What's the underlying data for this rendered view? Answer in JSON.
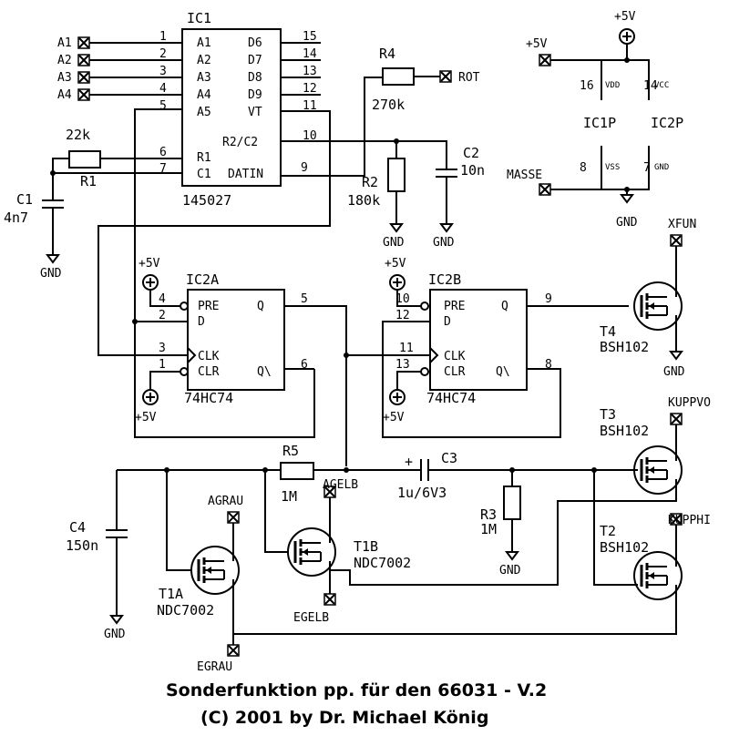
{
  "ic1": {
    "name": "IC1",
    "part": "145027",
    "left_pins": [
      {
        "num": "1",
        "label": "A1"
      },
      {
        "num": "2",
        "label": "A2"
      },
      {
        "num": "3",
        "label": "A3"
      },
      {
        "num": "4",
        "label": "A4"
      },
      {
        "num": "5",
        "label": "A5"
      },
      {
        "num": "6",
        "label": "R1"
      },
      {
        "num": "7",
        "label": "C1"
      }
    ],
    "right_pins": [
      {
        "num": "15",
        "label": "D6"
      },
      {
        "num": "14",
        "label": "D7"
      },
      {
        "num": "13",
        "label": "D8"
      },
      {
        "num": "12",
        "label": "D9"
      },
      {
        "num": "11",
        "label": "VT"
      },
      {
        "num": "10",
        "label": "R2/C2"
      },
      {
        "num": "9",
        "label": "DATIN"
      }
    ]
  },
  "inputs": [
    "A1",
    "A2",
    "A3",
    "A4"
  ],
  "r4": {
    "name": "R4",
    "value": "270k",
    "terminal": "ROT"
  },
  "r1": {
    "name": "R1",
    "value": "22k"
  },
  "c1": {
    "name": "C1",
    "value": "4n7"
  },
  "r2": {
    "name": "R2",
    "value": "180k"
  },
  "c2": {
    "name": "C2",
    "value": "10n"
  },
  "gnd": "GND",
  "vcc": "+5V",
  "power": {
    "vcc": "+5V",
    "masse": "MASSE",
    "ic1p": "IC1P",
    "ic2p": "IC2P",
    "pins": {
      "ic1_vdd": "16",
      "ic2_vcc": "14",
      "ic1_vss": "8",
      "ic2_gnd": "7"
    },
    "pin_names": {
      "ic1_vdd": "VDD",
      "ic2_vcc": "VCC",
      "ic1_vss": "VSS",
      "ic2_gnd": "GND"
    }
  },
  "ic2a": {
    "name": "IC2A",
    "part": "74HC74",
    "pins": {
      "pre": "4",
      "d": "2",
      "clk": "3",
      "clr": "1",
      "q": "5",
      "qn": "6"
    },
    "labels": {
      "pre": "PRE",
      "d": "D",
      "clk": "CLK",
      "clr": "CLR",
      "q": "Q",
      "qn": "Q\\"
    }
  },
  "ic2b": {
    "name": "IC2B",
    "part": "74HC74",
    "pins": {
      "pre": "10",
      "d": "12",
      "clk": "11",
      "clr": "13",
      "q": "9",
      "qn": "8"
    },
    "labels": {
      "pre": "PRE",
      "d": "D",
      "clk": "CLK",
      "clr": "CLR",
      "q": "Q",
      "qn": "Q\\"
    }
  },
  "t4": {
    "name": "T4",
    "part": "BSH102",
    "terminal": "XFUN"
  },
  "t3": {
    "name": "T3",
    "part": "BSH102",
    "terminal": "KUPPVO"
  },
  "t2": {
    "name": "T2",
    "part": "BSH102",
    "terminal": "KUPPHI"
  },
  "r5": {
    "name": "R5",
    "value": "1M"
  },
  "c3": {
    "name": "C3",
    "value": "1u/6V3",
    "polarity": "+"
  },
  "r3": {
    "name": "R3",
    "value": "1M"
  },
  "c4": {
    "name": "C4",
    "value": "150n"
  },
  "t1a": {
    "name": "T1A",
    "part": "NDC7002",
    "terminal_top": "AGRAU",
    "terminal_bottom": "EGRAU"
  },
  "t1b": {
    "name": "T1B",
    "part": "NDC7002",
    "terminal_top": "AGELB",
    "terminal_bottom": "EGELB"
  },
  "footer": {
    "line1": "Sonderfunktion pp. für den 66031 - V.2",
    "line2": "(C) 2001 by Dr. Michael König"
  }
}
